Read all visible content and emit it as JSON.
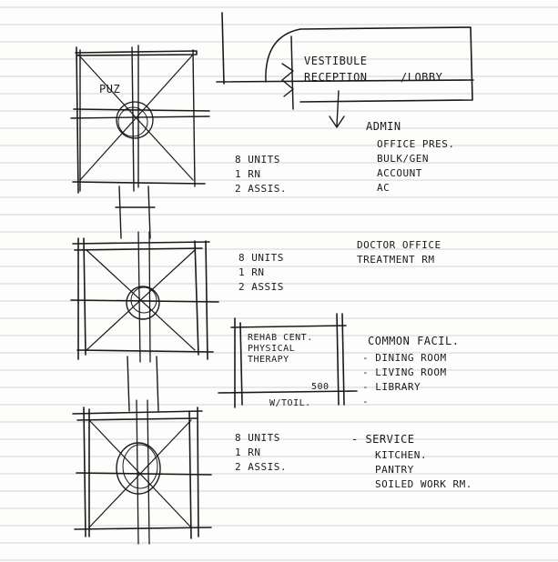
{
  "sketch": {
    "room_label_top": "PUZ",
    "lobby": {
      "vestibule": "VESTIBULE",
      "reception": "RECEPTION",
      "lobby": "/LOBBY"
    },
    "admin": {
      "title": "ADMIN",
      "lines": [
        "OFFICE PRES.",
        "BULK/GEN",
        "ACCOUNT",
        "AC"
      ]
    },
    "unit_block_1": [
      "8 UNITS",
      "1 RN",
      "2 ASSIS."
    ],
    "doctor": [
      "DOCTOR OFFICE",
      "TREATMENT RM"
    ],
    "unit_block_2": [
      "8 UNITS",
      "1 RN",
      "2 ASSIS"
    ],
    "rehab": {
      "lines": [
        "REHAB CENT.",
        "PHYSICAL",
        "THERAPY"
      ],
      "tag": "500",
      "wtoil": "W/TOIL."
    },
    "common": {
      "title": "COMMON FACIL.",
      "items": [
        "- DINING ROOM",
        "- LIVING ROOM",
        "- LIBRARY",
        "-"
      ]
    },
    "unit_block_3": [
      "8 UNITS",
      "1 RN",
      "2 ASSIS."
    ],
    "service": {
      "title": "- SERVICE",
      "lines": [
        "KITCHEN.",
        "PANTRY",
        "SOILED WORK RM."
      ]
    }
  },
  "colors": {
    "paper": "#fdfdfb",
    "rule": "#cfd3d8",
    "ink": "#1a1a1a"
  }
}
